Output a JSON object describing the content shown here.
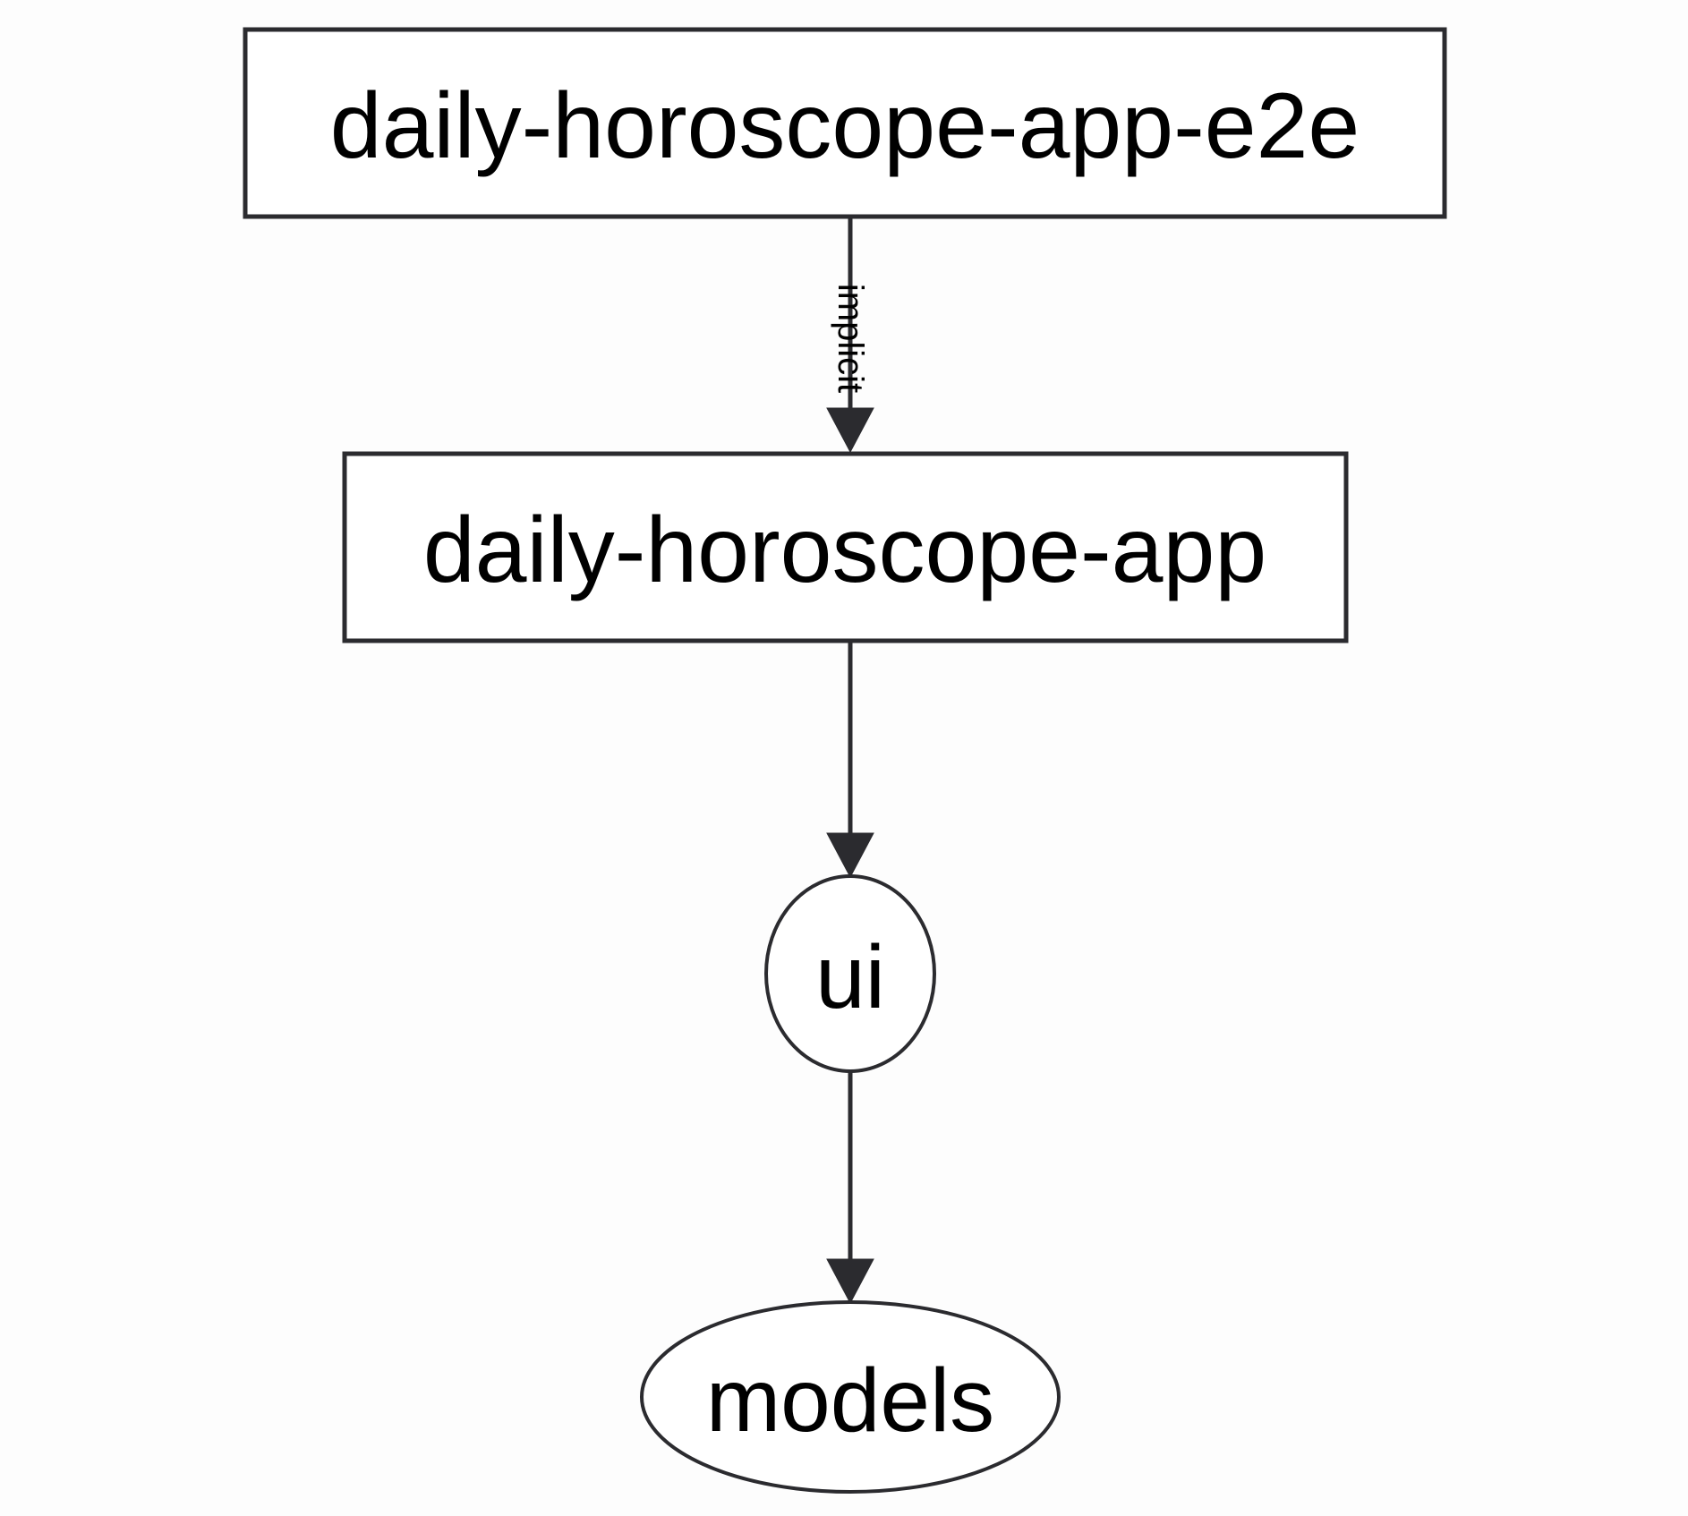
{
  "diagram": {
    "type": "dependency-graph",
    "orientation": "top-to-bottom",
    "background_color": "#fdfdfd",
    "stroke_color": "#2b2b2f",
    "text_color": "#000000",
    "node_fill": "#ffffff",
    "nodes": [
      {
        "id": "daily-horoscope-app-e2e",
        "label": "daily-horoscope-app-e2e",
        "shape": "rectangle"
      },
      {
        "id": "daily-horoscope-app",
        "label": "daily-horoscope-app",
        "shape": "rectangle"
      },
      {
        "id": "ui",
        "label": "ui",
        "shape": "circle"
      },
      {
        "id": "models",
        "label": "models",
        "shape": "ellipse"
      }
    ],
    "edges": [
      {
        "from": "daily-horoscope-app-e2e",
        "to": "daily-horoscope-app",
        "label": "implicit",
        "label_rotation": "90",
        "arrowhead": "filled-triangle"
      },
      {
        "from": "daily-horoscope-app",
        "to": "ui",
        "label": "",
        "arrowhead": "filled-triangle"
      },
      {
        "from": "ui",
        "to": "models",
        "label": "",
        "arrowhead": "filled-triangle"
      }
    ]
  }
}
